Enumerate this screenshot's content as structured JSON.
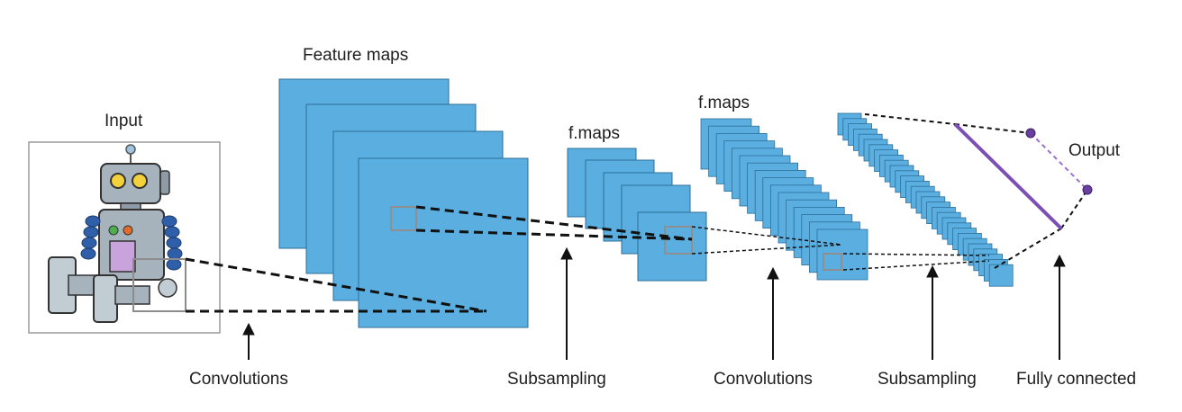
{
  "labels": {
    "input": "Input",
    "feature_maps": "Feature maps",
    "fmaps_1": "f.maps",
    "fmaps_2": "f.maps",
    "output": "Output"
  },
  "stages": [
    {
      "label": "Convolutions"
    },
    {
      "label": "Subsampling"
    },
    {
      "label": "Convolutions"
    },
    {
      "label": "Subsampling"
    },
    {
      "label": "Fully connected"
    }
  ],
  "colors": {
    "map_fill": "#5aaee0",
    "map_stroke": "#2e6f99",
    "fully_connected_line": "#7b4fb5",
    "output_node": "#6a3fa0"
  },
  "icons": {
    "input_image": "robot-illustration"
  }
}
